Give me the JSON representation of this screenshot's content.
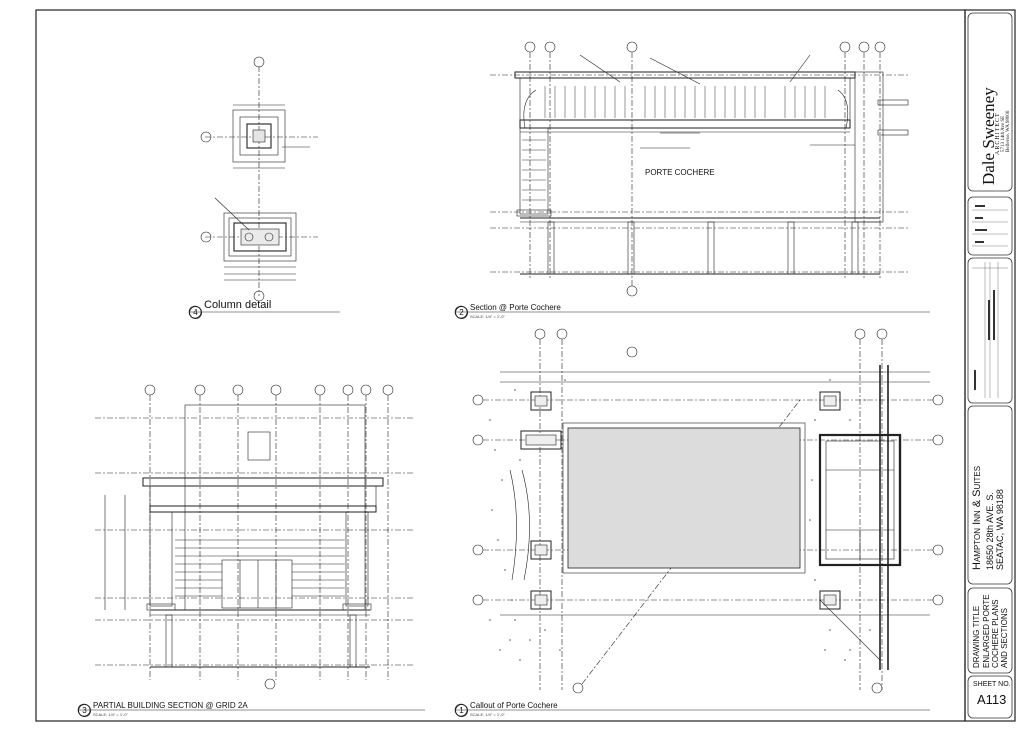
{
  "drawings": {
    "column_detail": {
      "number": "4",
      "title": "Column detail"
    },
    "section_porte_cochere": {
      "number": "2",
      "title": "Section @ Porte Cochere",
      "scale": "SCALE: 1/4\" = 1'-0\"",
      "room_label": "PORTE COCHERE"
    },
    "partial_building_section": {
      "number": "3",
      "title": "PARTIAL BUILDING SECTION @ GRID 2A",
      "scale": "SCALE: 1/4\" = 1'-0\""
    },
    "callout_porte_cochere": {
      "number": "1",
      "title": "Callout of Porte Cochere",
      "scale": "SCALE: 1/4\" = 1'-0\""
    }
  },
  "title_block": {
    "firm_name": "Dale Sweeney",
    "firm_role": "ARCHITECT",
    "firm_address_1": "5713 14th Ave SE",
    "firm_address_2": "Bellevue, WA 98006",
    "project_name": "Hampton Inn & Suites",
    "project_address_1": "18650 28th AVE. S.",
    "project_address_2": "SEATAC, WA 98188",
    "drawing_title_label": "DRAWING TITLE",
    "drawing_title_1": "ENLARGED PORTE",
    "drawing_title_2": "COCHERE PLANS",
    "drawing_title_3": "AND SECTIONS",
    "sheet_no_label": "SHEET NO.",
    "sheet_no": "A113"
  }
}
